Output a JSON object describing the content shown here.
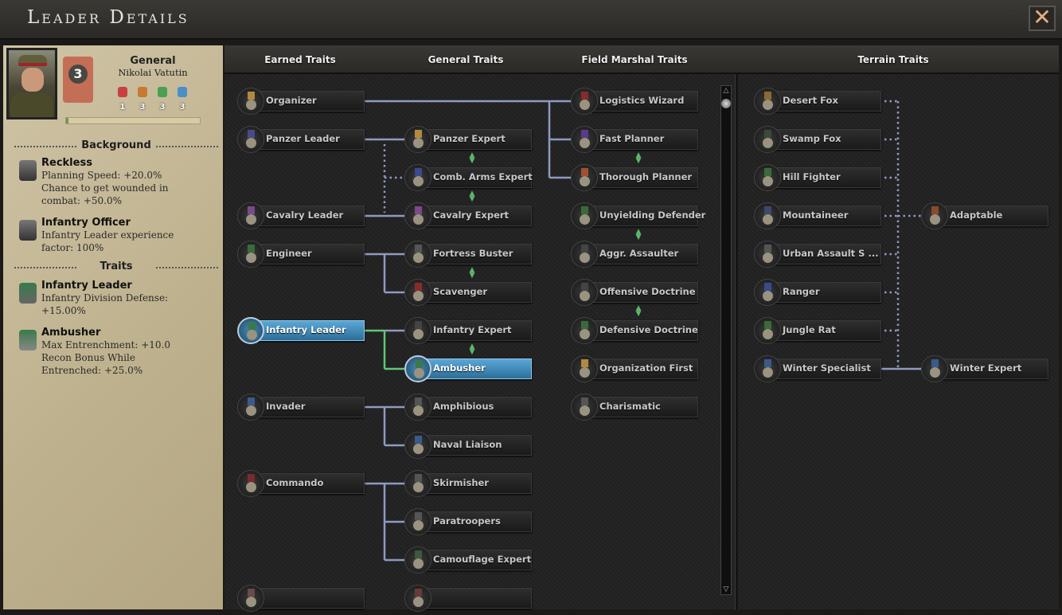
{
  "window": {
    "title": "Leader Details",
    "close_label": "✕"
  },
  "leader": {
    "rank_title": "General",
    "name": "Nikolai Vatutin",
    "level": "3",
    "xp_fraction": 0.02,
    "stats": [
      {
        "name": "attack",
        "icon": "attack-icon",
        "value": "1",
        "color": "#c84040"
      },
      {
        "name": "defense",
        "icon": "defense-icon",
        "value": "3",
        "color": "#c87a30"
      },
      {
        "name": "planning",
        "icon": "planning-icon",
        "value": "3",
        "color": "#4aa050"
      },
      {
        "name": "logistics",
        "icon": "logistics-icon",
        "value": "3",
        "color": "#4a90c8"
      }
    ],
    "background_heading": "Background",
    "background": [
      {
        "name": "Reckless",
        "desc": "Planning Speed: +20.0%\nChance to get wounded in\ncombat: +50.0%"
      },
      {
        "name": "Infantry Officer",
        "desc": "Infantry Leader experience\nfactor: 100%"
      }
    ],
    "traits_heading": "Traits",
    "traits": [
      {
        "name": "Infantry Leader",
        "desc": "Infantry Division Defense:\n+15.00%"
      },
      {
        "name": "Ambusher",
        "desc": "Max Entrenchment: +10.0\nRecon Bonus While\nEntrenched: +25.0%"
      }
    ]
  },
  "columns": {
    "earned": "Earned Traits",
    "general": "General Traits",
    "field_marshal": "Field Marshal Traits",
    "terrain": "Terrain Traits"
  },
  "tree": {
    "earned": [
      {
        "n": "Organizer",
        "c": "#b08a40"
      },
      {
        "n": "Panzer Leader",
        "c": "#4a4a8a"
      },
      null,
      {
        "n": "Cavalry Leader",
        "c": "#7a4a8a"
      },
      {
        "n": "Engineer",
        "c": "#3a6a3a"
      },
      null,
      {
        "n": "Infantry Leader",
        "c": "#3a7a4a",
        "sel": true
      },
      null,
      {
        "n": "Invader",
        "c": "#3a5a8a"
      },
      null,
      {
        "n": "Commando",
        "c": "#7a2a2a"
      },
      null,
      null,
      {
        "n": "",
        "c": "#6a4a4a"
      }
    ],
    "general": [
      null,
      {
        "n": "Panzer Expert",
        "c": "#b08a40"
      },
      {
        "n": "Comb. Arms Expert",
        "c": "#3a4a8a"
      },
      {
        "n": "Cavalry Expert",
        "c": "#7a4a8a"
      },
      {
        "n": "Fortress Buster",
        "c": "#555"
      },
      {
        "n": "Scavenger",
        "c": "#8a2a2a"
      },
      {
        "n": "Infantry Expert",
        "c": "#444"
      },
      {
        "n": "Ambusher",
        "c": "#3a7a4a",
        "sel": true
      },
      {
        "n": "Amphibious",
        "c": "#555"
      },
      {
        "n": "Naval Liaison",
        "c": "#3a5a8a"
      },
      {
        "n": "Skirmisher",
        "c": "#555"
      },
      {
        "n": "Paratroopers",
        "c": "#555"
      },
      {
        "n": "Camouflage Expert",
        "c": "#3a5a3a"
      },
      {
        "n": "",
        "c": "#6a3a3a"
      }
    ],
    "field_marshal": [
      {
        "n": "Logistics Wizard",
        "c": "#8a2a2a"
      },
      {
        "n": "Fast Planner",
        "c": "#5a3a8a"
      },
      {
        "n": "Thorough Planner",
        "c": "#a05030"
      },
      {
        "n": "Unyielding Defender",
        "c": "#3a6a3a"
      },
      {
        "n": "Aggr. Assaulter",
        "c": "#444"
      },
      {
        "n": "Offensive Doctrine",
        "c": "#444"
      },
      {
        "n": "Defensive Doctrine",
        "c": "#3a6a3a"
      },
      {
        "n": "Organization First",
        "c": "#b08a40"
      },
      {
        "n": "Charismatic",
        "c": "#555"
      }
    ],
    "terrain": [
      {
        "n": "Desert Fox",
        "c": "#8a6a30"
      },
      {
        "n": "Swamp Fox",
        "c": "#3a4a3a"
      },
      {
        "n": "Hill Fighter",
        "c": "#3a6a3a"
      },
      {
        "n": "Mountaineer",
        "c": "#3a4a6a"
      },
      {
        "n": "Urban Assault S ...",
        "c": "#555"
      },
      {
        "n": "Ranger",
        "c": "#3a4a8a"
      },
      {
        "n": "Jungle Rat",
        "c": "#3a6a3a"
      },
      {
        "n": "Winter Specialist",
        "c": "#3a5a8a"
      }
    ],
    "terrain_expert": [
      null,
      null,
      null,
      {
        "n": "Adaptable",
        "c": "#8a4a2a"
      },
      null,
      null,
      null,
      {
        "n": "Winter Expert",
        "c": "#3a5a8a"
      }
    ]
  }
}
